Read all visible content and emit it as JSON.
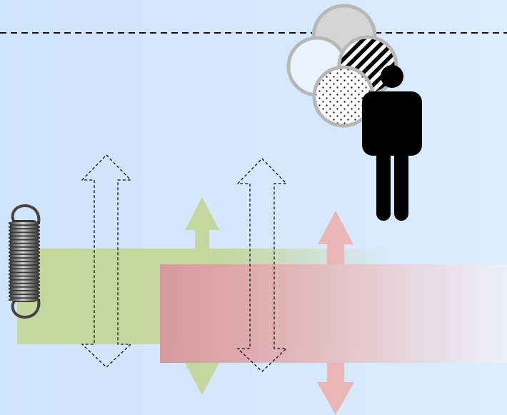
{
  "diagram": {
    "background": {
      "from": "#cfe3fb",
      "to": "#dcecff"
    },
    "reference_line": {
      "style": "dashed",
      "color": "#111111"
    },
    "spring": {
      "icon": "coil-spring-icon",
      "color": "#555555"
    },
    "bands": [
      {
        "name": "green-band",
        "color": "#c4d79f",
        "fade": "right"
      },
      {
        "name": "red-band",
        "color": "#d89a9c",
        "fade": "right"
      }
    ],
    "solid_arrows": [
      {
        "name": "green-double-arrow",
        "color": "#c4d79f"
      },
      {
        "name": "red-double-arrow",
        "color": "#e9b6b6"
      }
    ],
    "outline_arrows": {
      "count": 2,
      "style": "dashed",
      "color": "#111111"
    },
    "person": {
      "icon": "person-icon",
      "color": "#000000"
    },
    "thought_bubbles": [
      {
        "name": "gray-bubble",
        "fill": "solid-gray",
        "color": "#d5d5d5"
      },
      {
        "name": "light-bubble",
        "fill": "solid-light",
        "color": "#e8f3ff"
      },
      {
        "name": "striped-bubble",
        "fill": "diagonal-stripes",
        "color": "#000000"
      },
      {
        "name": "dotted-bubble",
        "fill": "dots",
        "color": "#000000"
      }
    ],
    "bubble_outline_color": "#b7b7b7"
  }
}
